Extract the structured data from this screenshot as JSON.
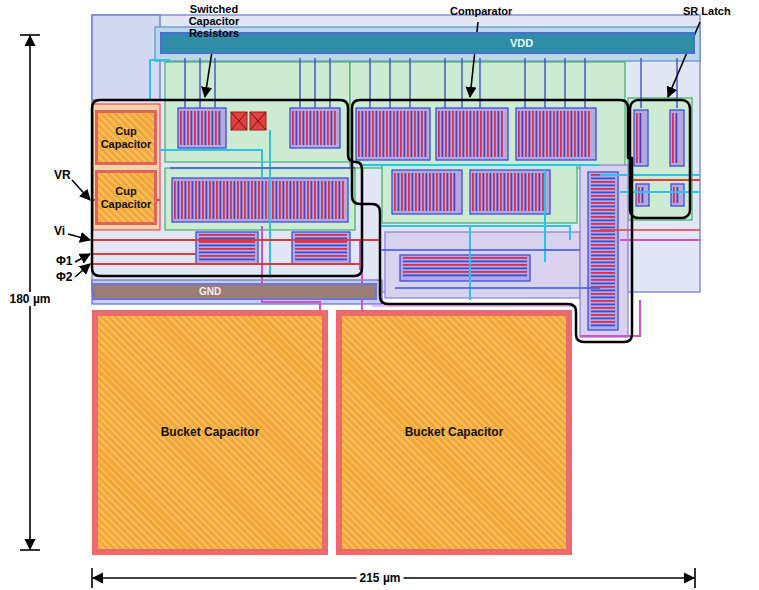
{
  "diagram": {
    "nodes": [
      {
        "text": [
          "VDD"
        ]
      },
      {
        "text": [
          "Cup Capacitor"
        ]
      },
      {
        "text": [
          "Cup Capacitor"
        ]
      },
      {
        "text": [
          "GND"
        ]
      },
      {
        "text": [
          "Bucket Capacitor"
        ]
      },
      {
        "text": [
          "Bucket Capacitor"
        ]
      }
    ],
    "labels": [
      "Switched Capacitor Resistors",
      "Comparator",
      "SR Latch",
      "VR",
      "Vi",
      "Φ1",
      "Φ2",
      "180 µm",
      "215 µm"
    ]
  }
}
